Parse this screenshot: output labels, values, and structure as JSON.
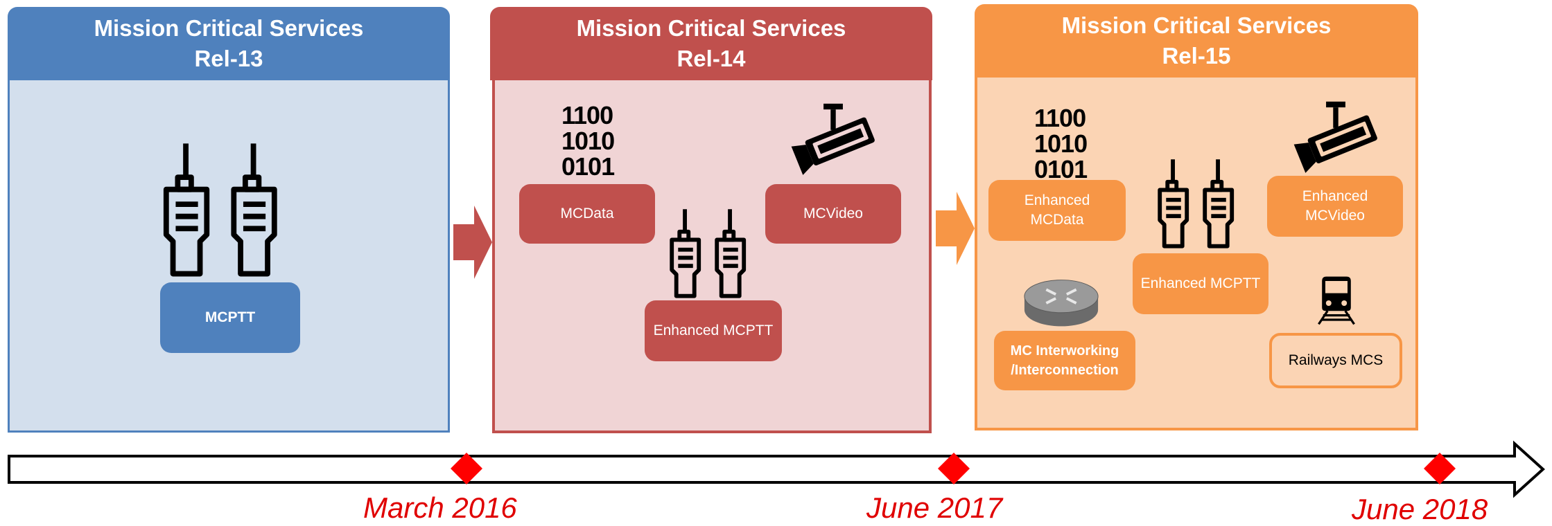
{
  "colors": {
    "rel13_header": "#4f81bd",
    "rel13_body": "#d3dfed",
    "rel14_header": "#c0504d",
    "rel14_body": "#f0d4d5",
    "rel15_header": "#f79646",
    "rel15_body": "#fbd4b4",
    "date_red": "#e00000",
    "milestone": "#ff0000"
  },
  "releases": [
    {
      "title": "Mission Critical Services",
      "release": "Rel-13",
      "services": [
        {
          "label": "MCPTT",
          "icon": "walkie-talkie-icon"
        }
      ]
    },
    {
      "title": "Mission Critical Services",
      "release": "Rel-14",
      "binary_lines": [
        "1100",
        "1010",
        "0101"
      ],
      "services": [
        {
          "label": "MCData",
          "icon": "binary-data-icon"
        },
        {
          "label": "Enhanced MCPTT",
          "icon": "walkie-talkie-icon"
        },
        {
          "label": "MCVideo",
          "icon": "security-camera-icon"
        }
      ]
    },
    {
      "title": "Mission Critical Services",
      "release": "Rel-15",
      "binary_lines": [
        "1100",
        "1010",
        "0101"
      ],
      "services": [
        {
          "label_line1": "Enhanced",
          "label_line2": "MCData",
          "icon": "binary-data-icon"
        },
        {
          "label": "Enhanced MCPTT",
          "icon": "walkie-talkie-icon"
        },
        {
          "label_line1": "Enhanced",
          "label_line2": "MCVideo",
          "icon": "security-camera-icon"
        },
        {
          "label_line1": "MC Interworking",
          "label_line2": "/Interconnection",
          "icon": "router-icon"
        },
        {
          "label": "Railways MCS",
          "icon": "train-icon"
        }
      ]
    }
  ],
  "timeline": {
    "milestones": [
      "March 2016",
      "June 2017",
      "June 2018"
    ]
  }
}
